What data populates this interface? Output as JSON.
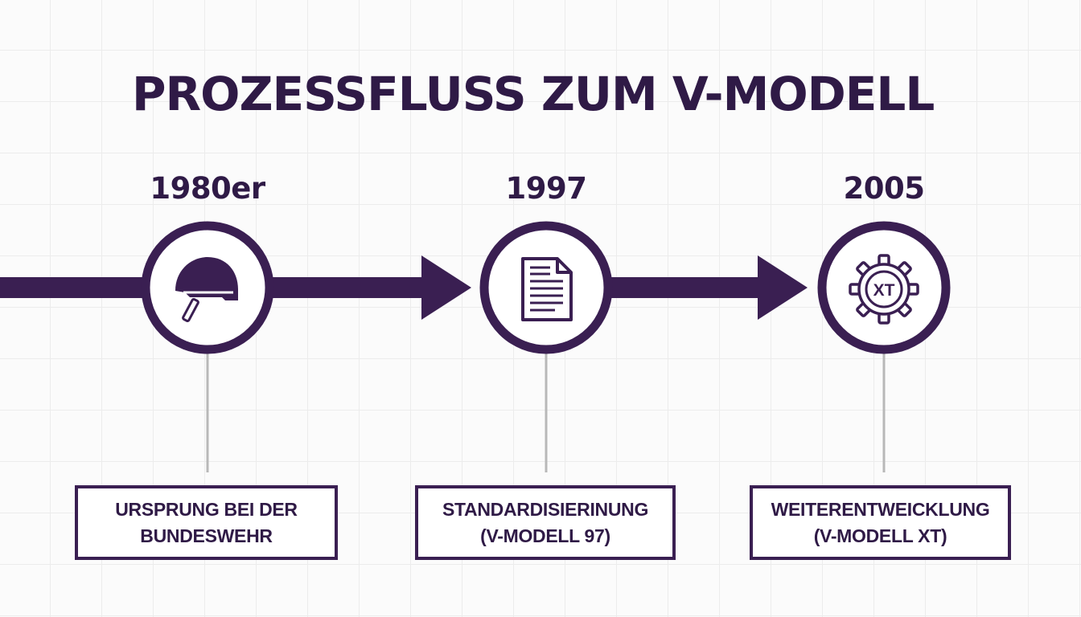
{
  "title": "PROZESSFLUSS ZUM V-MODELL",
  "colors": {
    "primary": "#3a1f52",
    "connector": "#b8b8b8",
    "background": "#fbfbfb",
    "grid": "#ececec"
  },
  "milestones": [
    {
      "year": "1980er",
      "icon": "helmet-icon",
      "label_line1": "URSPRUNG BEI DER",
      "label_line2": "BUNDESWEHR"
    },
    {
      "year": "1997",
      "icon": "document-icon",
      "label_line1": "STANDARDISIERINUNG",
      "label_line2": "(V-MODELL 97)"
    },
    {
      "year": "2005",
      "icon": "gear-xt-icon",
      "icon_text": "XT",
      "label_line1": "WEITERENTWEICKLUNG",
      "label_line2": "(V-MODELL XT)"
    }
  ]
}
